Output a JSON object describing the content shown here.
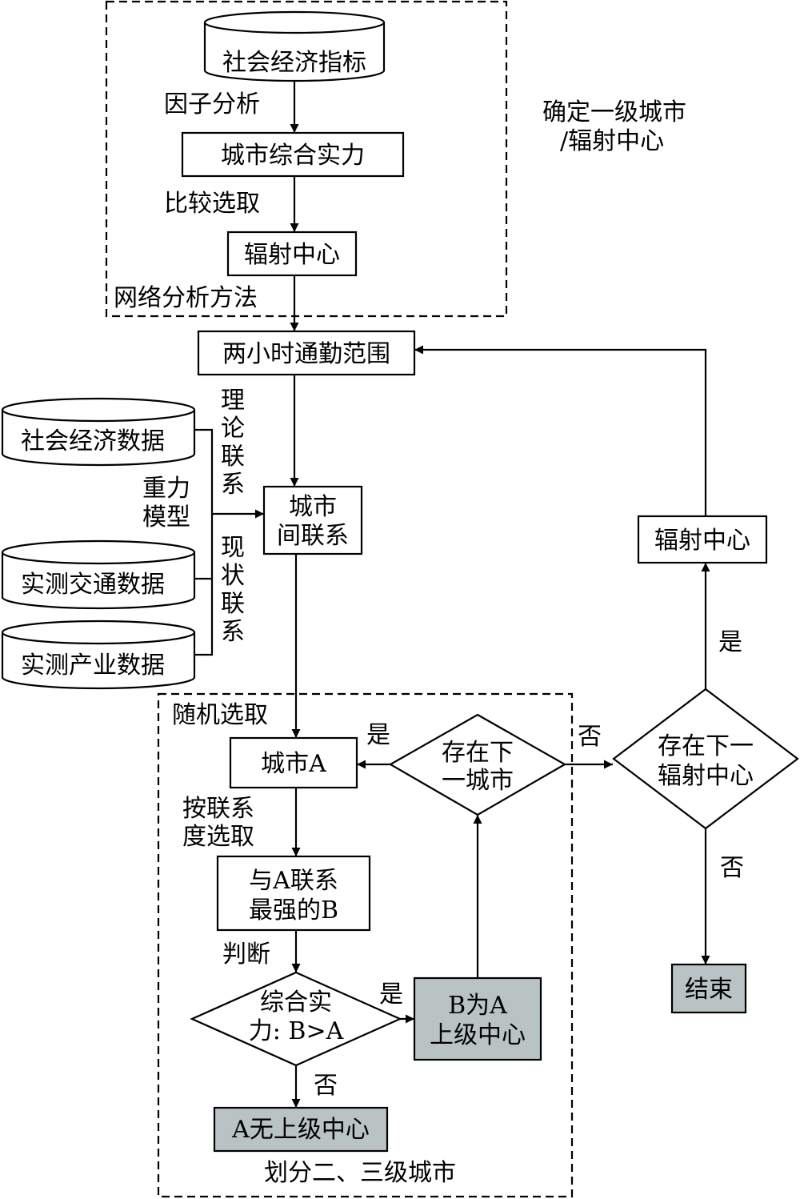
{
  "regions": {
    "tier1_title_1": "确定一级城市",
    "tier1_title_2": "/辐射中心",
    "network_method": "网络分析方法",
    "random_select": "随机选取",
    "tier23_title": "划分二、三级城市"
  },
  "nodes": {
    "socio_indicators": "社会经济指标",
    "city_strength": "城市综合实力",
    "radiation_center_top": "辐射中心",
    "two_hour_commute": "两小时通勤范围",
    "socio_data": "社会经济数据",
    "traffic_data": "实测交通数据",
    "industry_data": "实测产业数据",
    "intercity_link_1": "城市",
    "intercity_link_2": "间联系",
    "city_a": "城市A",
    "strongest_b_1": "与A联系",
    "strongest_b_2": "最强的B",
    "compare_1": "综合实",
    "compare_2": "力: B>A",
    "b_upper_1": "B为A",
    "b_upper_2": "上级中心",
    "a_no_upper": "A无上级中心",
    "next_city_1": "存在下",
    "next_city_2": "一城市",
    "next_center_1": "存在下一",
    "next_center_2": "辐射中心",
    "radiation_center_right": "辐射中心",
    "end": "结束"
  },
  "edges": {
    "factor_analysis": "因子分析",
    "compare_select": "比较选取",
    "theory_link": [
      "理",
      "论",
      "联",
      "系"
    ],
    "gravity_model_1": "重力",
    "gravity_model_2": "模型",
    "actual_link": [
      "现",
      "状",
      "联",
      "系"
    ],
    "select_by_link_1": "按联系",
    "select_by_link_2": "度选取",
    "judge": "判断",
    "yes_b_upper": "是",
    "no_a": "否",
    "yes_next_city": "是",
    "no_next_city": "否",
    "yes_next_center": "是",
    "no_next_center": "否"
  },
  "colors": {
    "highlight_fill": "#b9c3c4",
    "stroke": "#000000"
  }
}
